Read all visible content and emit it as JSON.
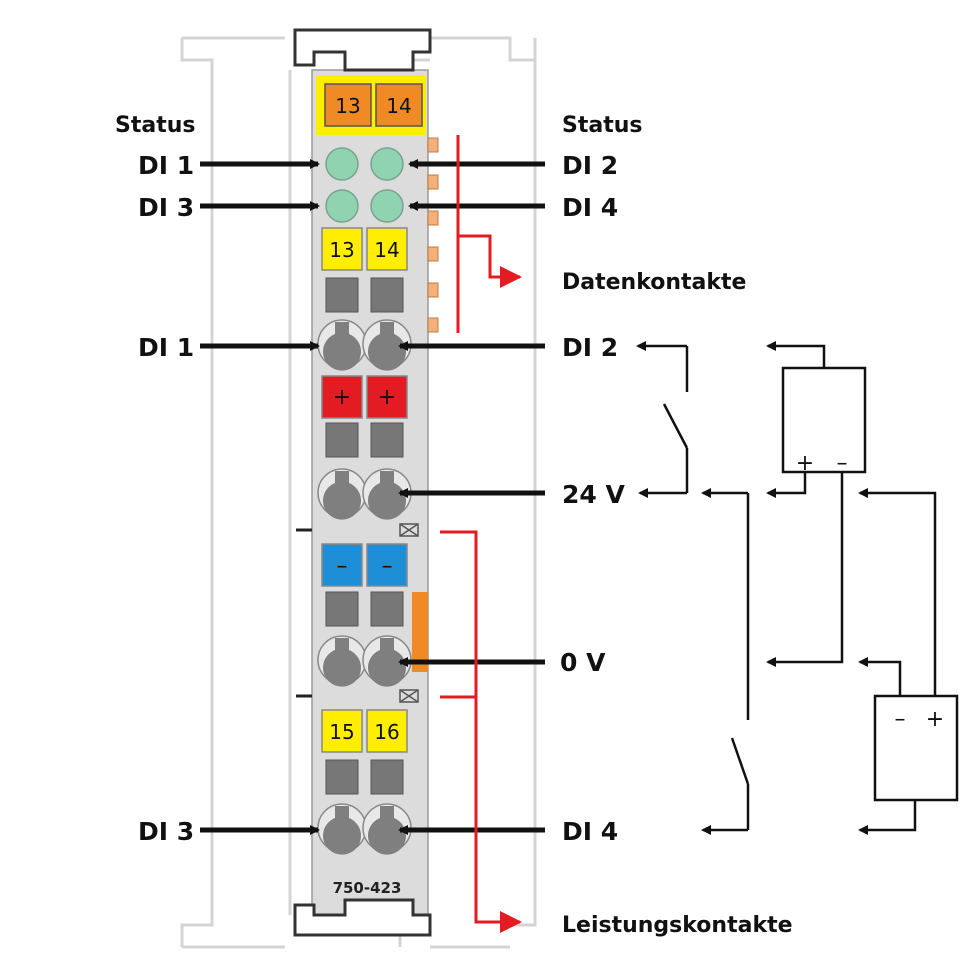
{
  "labels": {
    "status_left": "Status",
    "status_right": "Status",
    "left_di1_led": "DI 1",
    "left_di3_led": "DI 3",
    "right_di2_led": "DI 2",
    "right_di4_led": "DI 4",
    "data_contacts": "Datenkontakte",
    "left_di1": "DI 1",
    "right_di2": "DI 2",
    "right_24v": "24 V",
    "right_0v": "0 V",
    "left_di3": "DI 3",
    "right_di4": "DI 4",
    "power_contacts": "Leistungskontakte"
  },
  "module": {
    "model": "750-423",
    "top_markers": [
      "13",
      "14"
    ],
    "markers_row1": [
      "13",
      "14"
    ],
    "markers_row2": [
      "15",
      "16"
    ],
    "plus": "+",
    "minus": "–"
  },
  "circuit": {
    "upper_source_plus": "+",
    "upper_source_minus": "–",
    "lower_source_minus": "–",
    "lower_source_plus": "+"
  },
  "colors": {
    "yellow": "#ffee00",
    "orange": "#f08a24",
    "red_terminal": "#e31b23",
    "blue_terminal": "#1e8fd6",
    "led_green": "#8fd3b0",
    "module_gray": "#d9d9d9",
    "dark_gray": "#777777",
    "red_line": "#e31b23"
  }
}
